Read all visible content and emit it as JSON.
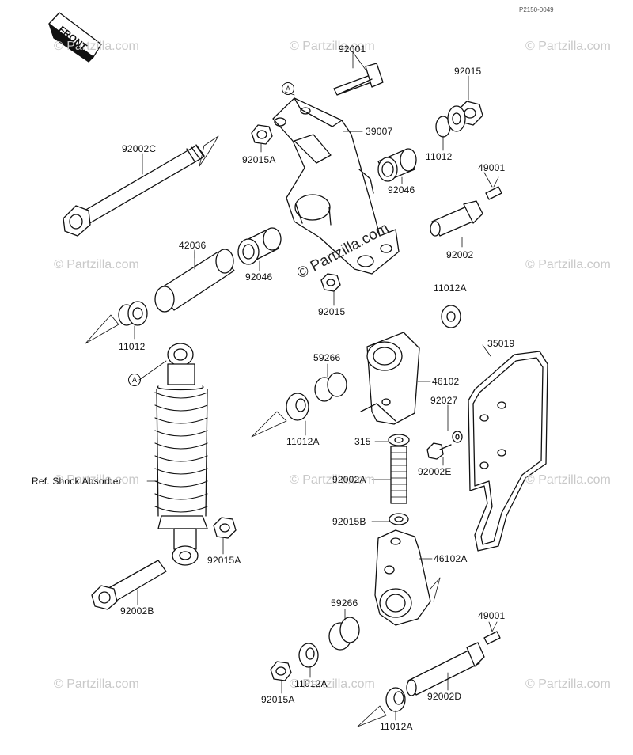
{
  "diagram": {
    "code": "P2150-0049",
    "front_label": "FRONT",
    "ref_marker": "A",
    "shock_label": "Ref. Shock Absorber",
    "watermark_center": "© Partzilla.com",
    "watermark": "© Partzilla.com",
    "parts": {
      "p92001": "92001",
      "p92015_top": "92015",
      "p39007": "39007",
      "p92015A_top": "92015A",
      "p11012_top": "11012",
      "p49001_top": "49001",
      "p92002C": "92002C",
      "p92046_right": "92046",
      "p42036": "42036",
      "p92046_left": "92046",
      "p92002": "92002",
      "p92015_mid": "92015",
      "p11012A_mid": "11012A",
      "p11012_left": "11012",
      "p59266_top": "59266",
      "p46102": "46102",
      "p35019": "35019",
      "p92027": "92027",
      "p11012A_left": "11012A",
      "p315": "315",
      "p92002E": "92002E",
      "p92002A": "92002A",
      "p92015B": "92015B",
      "p92015A_mid": "92015A",
      "p46102A": "46102A",
      "p92002B": "92002B",
      "p59266_bot": "59266",
      "p49001_bot": "49001",
      "p11012A_bot": "11012A",
      "p92015A_bot": "92015A",
      "p92002D": "92002D",
      "p11012A_bottom": "11012A"
    }
  }
}
